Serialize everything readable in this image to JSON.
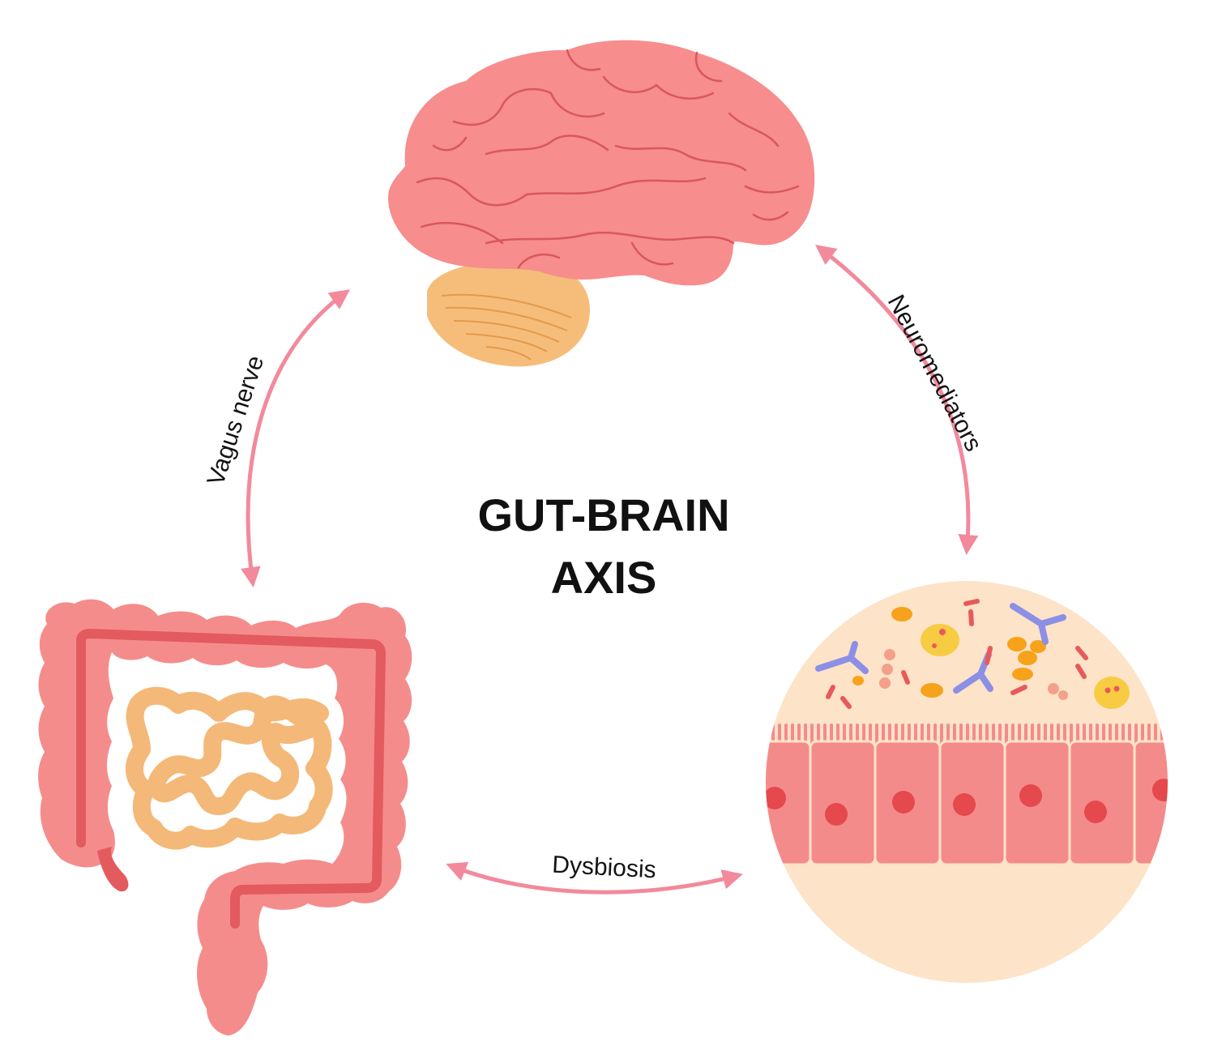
{
  "title": {
    "line1": "GUT-BRAIN",
    "line2": "AXIS"
  },
  "connections": {
    "left": "Vagus nerve",
    "right": "Neuromediators",
    "bottom": "Dysbiosis"
  },
  "nodes": {
    "top": "brain-icon",
    "left": "intestine-icon",
    "right": "gut-microbiota-icon"
  },
  "colors": {
    "arrow": "#f28a9c",
    "brain": "#f78d8d",
    "brain_fold": "#d9575c",
    "cerebellum": "#f6bd7a",
    "colon": "#f58c8c",
    "colon_inner": "#e35a5f",
    "small_intestine": "#f4b878",
    "circle_bg": "#fde3c8",
    "cells": "#f48b8b",
    "nucleus": "#e5484d",
    "microbe_orange": "#f7a21b",
    "microbe_yellow": "#f7cc42",
    "microbe_blue": "#8b8fe6",
    "microbe_red": "#e85a5a",
    "text": "#111111"
  }
}
